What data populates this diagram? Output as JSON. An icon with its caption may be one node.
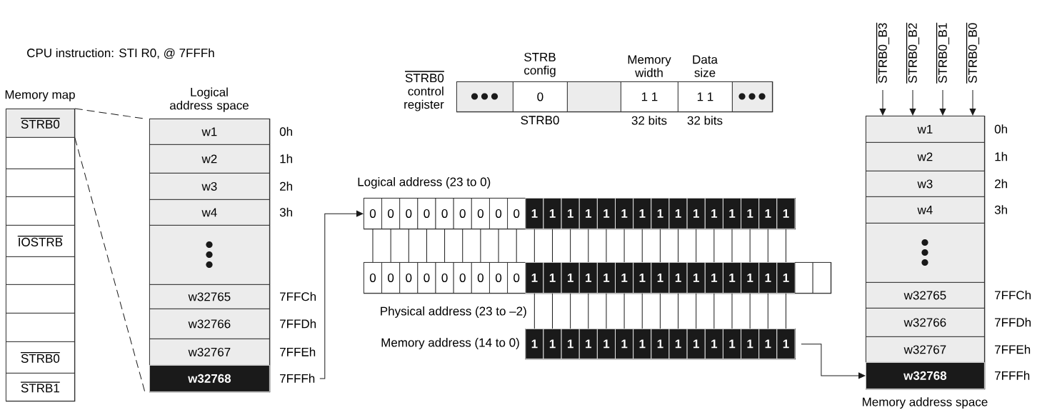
{
  "diagram": {
    "nodes": [
      {
        "text": [
          "Memory map"
        ]
      },
      {
        "text": [
          "STRB0"
        ],
        "in": 0
      },
      {
        "text": [],
        "shape": "box",
        "in": 0
      },
      {
        "text": [],
        "shape": "box",
        "in": 0
      },
      {
        "text": [],
        "shape": "box",
        "in": 0
      },
      {
        "text": [
          "IOSTRB"
        ],
        "in": 0
      },
      {
        "text": [],
        "shape": "box",
        "in": 0
      },
      {
        "text": [],
        "shape": "box",
        "in": 0
      },
      {
        "text": [],
        "shape": "box",
        "in": 0
      },
      {
        "text": [
          "STRB0"
        ],
        "in": 0
      },
      {
        "text": [
          "STRB1"
        ],
        "in": 0
      },
      {
        "text": [
          "Logical address space"
        ]
      },
      {
        "text": [
          "w1"
        ],
        "beside": [
          "0h"
        ],
        "in": 11
      },
      {
        "text": [
          "w2"
        ],
        "beside": [
          "1h"
        ],
        "in": 11
      },
      {
        "text": [
          "w3"
        ],
        "beside": [
          "2h"
        ],
        "in": 11
      },
      {
        "text": [
          "w4"
        ],
        "beside": [
          "3h"
        ],
        "in": 11
      },
      {
        "text": [],
        "shape": "box",
        "in": 11
      },
      {
        "text": [
          "w32765"
        ],
        "beside": [
          "7FFCh"
        ],
        "in": 11
      },
      {
        "text": [
          "w32766"
        ],
        "beside": [
          "7FFDh"
        ],
        "in": 11
      },
      {
        "text": [
          "w32767"
        ],
        "beside": [
          "7FFEh"
        ],
        "in": 11
      },
      {
        "text": [
          "w32768"
        ],
        "beside": [
          "7FFFh"
        ],
        "in": 11
      },
      {
        "text": [
          "STRB0 control register"
        ]
      },
      {
        "text": [],
        "shape": "box",
        "in": 21
      },
      {
        "text": [
          "STRB config",
          "0"
        ],
        "beside": [
          "STRB0"
        ],
        "in": 21
      },
      {
        "text": [],
        "shape": "box",
        "in": 21
      },
      {
        "text": [
          "Memory width",
          "1 1"
        ],
        "beside": [
          "32 bits"
        ],
        "in": 21
      },
      {
        "text": [
          "Data size",
          "1 1"
        ],
        "beside": [
          "32 bits"
        ],
        "in": 21
      },
      {
        "text": [],
        "shape": "box",
        "in": 21
      },
      {
        "text": [
          "Logical address (23 to 0)"
        ]
      },
      {
        "text": [
          "0"
        ],
        "in": 28
      },
      {
        "text": [
          "0"
        ],
        "in": 28
      },
      {
        "text": [
          "0"
        ],
        "in": 28
      },
      {
        "text": [
          "0"
        ],
        "in": 28
      },
      {
        "text": [
          "0"
        ],
        "in": 28
      },
      {
        "text": [
          "0"
        ],
        "in": 28
      },
      {
        "text": [
          "0"
        ],
        "in": 28
      },
      {
        "text": [
          "0"
        ],
        "in": 28
      },
      {
        "text": [
          "0"
        ],
        "in": 28
      },
      {
        "text": [
          "1"
        ],
        "in": 28
      },
      {
        "text": [
          "1"
        ],
        "in": 28
      },
      {
        "text": [
          "1"
        ],
        "in": 28
      },
      {
        "text": [
          "1"
        ],
        "in": 28
      },
      {
        "text": [
          "1"
        ],
        "in": 28
      },
      {
        "text": [
          "1"
        ],
        "in": 28
      },
      {
        "text": [
          "1"
        ],
        "in": 28
      },
      {
        "text": [
          "1"
        ],
        "in": 28
      },
      {
        "text": [
          "1"
        ],
        "in": 28
      },
      {
        "text": [
          "1"
        ],
        "in": 28
      },
      {
        "text": [
          "1"
        ],
        "in": 28
      },
      {
        "text": [
          "1"
        ],
        "in": 28
      },
      {
        "text": [
          "1"
        ],
        "in": 28
      },
      {
        "text": [
          "1"
        ],
        "in": 28
      },
      {
        "text": [
          "1"
        ],
        "in": 28
      },
      {
        "text": [
          "Physical address (23 to –2)"
        ]
      },
      {
        "text": [
          "0"
        ],
        "in": 53
      },
      {
        "text": [
          "0"
        ],
        "in": 53
      },
      {
        "text": [
          "0"
        ],
        "in": 53
      },
      {
        "text": [
          "0"
        ],
        "in": 53
      },
      {
        "text": [
          "0"
        ],
        "in": 53
      },
      {
        "text": [
          "0"
        ],
        "in": 53
      },
      {
        "text": [
          "0"
        ],
        "in": 53
      },
      {
        "text": [
          "0"
        ],
        "in": 53
      },
      {
        "text": [
          "0"
        ],
        "in": 53
      },
      {
        "text": [
          "1"
        ],
        "in": 53
      },
      {
        "text": [
          "1"
        ],
        "in": 53
      },
      {
        "text": [
          "1"
        ],
        "in": 53
      },
      {
        "text": [
          "1"
        ],
        "in": 53
      },
      {
        "text": [
          "1"
        ],
        "in": 53
      },
      {
        "text": [
          "1"
        ],
        "in": 53
      },
      {
        "text": [
          "1"
        ],
        "in": 53
      },
      {
        "text": [
          "1"
        ],
        "in": 53
      },
      {
        "text": [
          "1"
        ],
        "in": 53
      },
      {
        "text": [
          "1"
        ],
        "in": 53
      },
      {
        "text": [
          "1"
        ],
        "in": 53
      },
      {
        "text": [
          "1"
        ],
        "in": 53
      },
      {
        "text": [
          "1"
        ],
        "in": 53
      },
      {
        "text": [
          "1"
        ],
        "in": 53
      },
      {
        "text": [
          "1"
        ],
        "in": 53
      },
      {
        "text": [],
        "shape": "box",
        "in": 53
      },
      {
        "text": [],
        "shape": "box",
        "in": 53
      },
      {
        "text": [
          "Memory address (14 to 0)"
        ]
      },
      {
        "text": [
          "1"
        ],
        "in": 80
      },
      {
        "text": [
          "1"
        ],
        "in": 80
      },
      {
        "text": [
          "1"
        ],
        "in": 80
      },
      {
        "text": [
          "1"
        ],
        "in": 80
      },
      {
        "text": [
          "1"
        ],
        "in": 80
      },
      {
        "text": [
          "1"
        ],
        "in": 80
      },
      {
        "text": [
          "1"
        ],
        "in": 80
      },
      {
        "text": [
          "1"
        ],
        "in": 80
      },
      {
        "text": [
          "1"
        ],
        "in": 80
      },
      {
        "text": [
          "1"
        ],
        "in": 80
      },
      {
        "text": [
          "1"
        ],
        "in": 80
      },
      {
        "text": [
          "1"
        ],
        "in": 80
      },
      {
        "text": [
          "1"
        ],
        "in": 80
      },
      {
        "text": [
          "1"
        ],
        "in": 80
      },
      {
        "text": [
          "1"
        ],
        "in": 80
      },
      {
        "text": [
          "Memory address space"
        ]
      },
      {
        "text": [
          "w1"
        ],
        "beside": [
          "0h"
        ],
        "in": 96
      },
      {
        "text": [
          "w2"
        ],
        "beside": [
          "1h"
        ],
        "in": 96
      },
      {
        "text": [
          "w3"
        ],
        "beside": [
          "2h"
        ],
        "in": 96
      },
      {
        "text": [
          "w4"
        ],
        "beside": [
          "3h"
        ],
        "in": 96
      },
      {
        "text": [],
        "shape": "box",
        "in": 96
      },
      {
        "text": [
          "w32765"
        ],
        "beside": [
          "7FFCh"
        ],
        "in": 96
      },
      {
        "text": [
          "w32766"
        ],
        "beside": [
          "7FFDh"
        ],
        "in": 96
      },
      {
        "text": [
          "w32767"
        ],
        "beside": [
          "7FFEh"
        ],
        "in": 96
      },
      {
        "text": [
          "w32768"
        ],
        "beside": [
          "7FFFh"
        ],
        "in": 96
      },
      {
        "text": [
          "STRB0_B3"
        ]
      },
      {
        "text": [
          "STRB0_B2"
        ]
      },
      {
        "text": [
          "STRB0_B1"
        ]
      },
      {
        "text": [
          "STRB0_B0"
        ]
      }
    ],
    "edges": [
      {
        "from": 1,
        "to": 11,
        "arrow": "none",
        "style": "dashed"
      },
      {
        "from": 1,
        "to": 11,
        "arrow": "none",
        "style": "dashed"
      },
      {
        "from": 20,
        "to": 28,
        "arrow": "to"
      },
      {
        "from": 80,
        "to": 105,
        "arrow": "to"
      },
      {
        "from": 106,
        "to": 96,
        "arrow": "to"
      },
      {
        "from": 107,
        "to": 96,
        "arrow": "to"
      },
      {
        "from": 108,
        "to": 96,
        "arrow": "to"
      },
      {
        "from": 109,
        "to": 96,
        "arrow": "to"
      },
      {
        "from": 29,
        "to": 54,
        "arrow": "none"
      },
      {
        "from": 30,
        "to": 55,
        "arrow": "none"
      },
      {
        "from": 31,
        "to": 56,
        "arrow": "none"
      },
      {
        "from": 32,
        "to": 57,
        "arrow": "none"
      },
      {
        "from": 33,
        "to": 58,
        "arrow": "none"
      },
      {
        "from": 34,
        "to": 59,
        "arrow": "none"
      },
      {
        "from": 35,
        "to": 60,
        "arrow": "none"
      },
      {
        "from": 36,
        "to": 61,
        "arrow": "none"
      },
      {
        "from": 37,
        "to": 62,
        "arrow": "none"
      },
      {
        "from": 38,
        "to": 63,
        "arrow": "none"
      },
      {
        "from": 39,
        "to": 64,
        "arrow": "none"
      },
      {
        "from": 40,
        "to": 65,
        "arrow": "none"
      },
      {
        "from": 41,
        "to": 66,
        "arrow": "none"
      },
      {
        "from": 42,
        "to": 67,
        "arrow": "none"
      },
      {
        "from": 43,
        "to": 68,
        "arrow": "none"
      },
      {
        "from": 44,
        "to": 69,
        "arrow": "none"
      },
      {
        "from": 45,
        "to": 70,
        "arrow": "none"
      },
      {
        "from": 46,
        "to": 71,
        "arrow": "none"
      },
      {
        "from": 47,
        "to": 72,
        "arrow": "none"
      },
      {
        "from": 48,
        "to": 73,
        "arrow": "none"
      },
      {
        "from": 49,
        "to": 74,
        "arrow": "none"
      },
      {
        "from": 50,
        "to": 75,
        "arrow": "none"
      },
      {
        "from": 51,
        "to": 76,
        "arrow": "none"
      },
      {
        "from": 52,
        "to": 77,
        "arrow": "none"
      },
      {
        "from": 63,
        "to": 81,
        "arrow": "none"
      },
      {
        "from": 64,
        "to": 82,
        "arrow": "none"
      },
      {
        "from": 65,
        "to": 83,
        "arrow": "none"
      },
      {
        "from": 66,
        "to": 84,
        "arrow": "none"
      },
      {
        "from": 67,
        "to": 85,
        "arrow": "none"
      },
      {
        "from": 68,
        "to": 86,
        "arrow": "none"
      },
      {
        "from": 69,
        "to": 87,
        "arrow": "none"
      },
      {
        "from": 70,
        "to": 88,
        "arrow": "none"
      },
      {
        "from": 71,
        "to": 89,
        "arrow": "none"
      },
      {
        "from": 72,
        "to": 90,
        "arrow": "none"
      },
      {
        "from": 73,
        "to": 91,
        "arrow": "none"
      },
      {
        "from": 74,
        "to": 92,
        "arrow": "none"
      },
      {
        "from": 75,
        "to": 93,
        "arrow": "none"
      },
      {
        "from": 76,
        "to": 94,
        "arrow": "none"
      },
      {
        "from": 77,
        "to": 95,
        "arrow": "none"
      }
    ],
    "labels": [
      "CPU instruction: STI R0, @ 7FFFh"
    ]
  }
}
